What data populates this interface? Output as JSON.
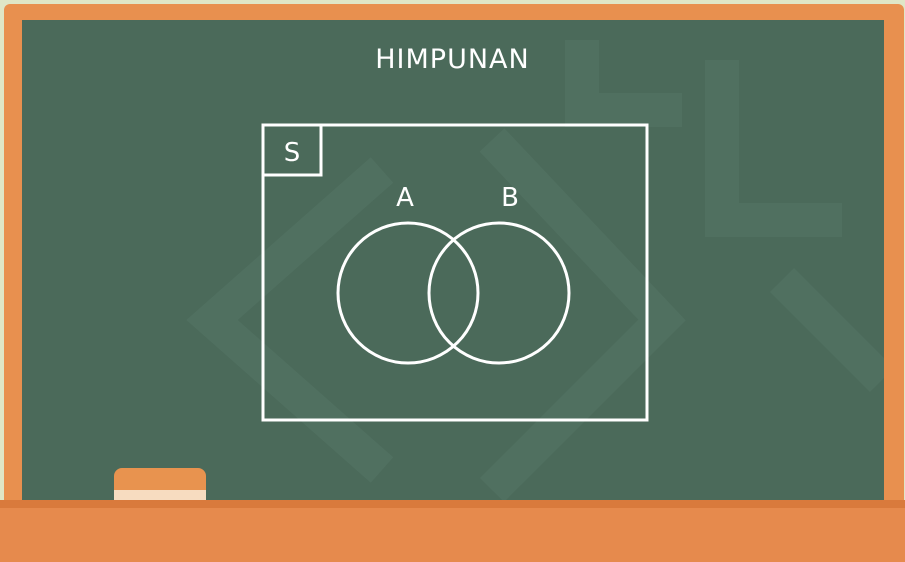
{
  "board": {
    "title": "HIMPUNAN",
    "colors": {
      "board": "#4b6a5a",
      "frame": "#e8904f",
      "chalk": "#ffffff",
      "eraser": "#e8934f"
    }
  },
  "venn": {
    "universal_label": "S",
    "set_a_label": "A",
    "set_b_label": "B"
  }
}
